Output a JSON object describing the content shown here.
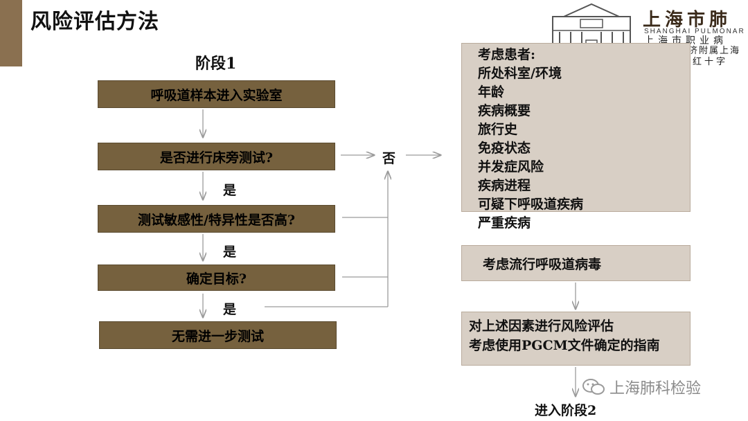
{
  "title": "风险评估方法",
  "stage1_label": "阶段1",
  "left_boxes": {
    "sample": "呼吸道样本进入实验室",
    "bedside": "是否进行床旁测试?",
    "sensitivity": "测试敏感性/特异性是否高?",
    "target": "确定目标?",
    "no_test": "无需进一步测试"
  },
  "yes_labels": [
    "是",
    "是",
    "是"
  ],
  "no_label": "否",
  "consider_patient": {
    "heading": "考虑患者:",
    "items": [
      "所处科室/环境",
      "年龄",
      "疾病概要",
      "旅行史",
      "免疫状态",
      "并发症风险",
      "疾病进程",
      "可疑下呼吸道疾病",
      "严重疾病"
    ]
  },
  "consider_virus": "考虑流行呼吸道病毒",
  "risk_assessment": {
    "line1": "对上述因素进行风险评估",
    "line2": "考虑使用PGCM文件确定的指南"
  },
  "stage2_label": "进入阶段2",
  "logo": {
    "cn_name": "上海市肺",
    "en_name": "SHANGHAI PULMONAR",
    "sub1": "上海市职业病",
    "sub2": "济附属上海",
    "sub3": "红十字"
  },
  "watermark": "上海肺科检验",
  "colors": {
    "dark_box": "#76613e",
    "light_box": "#d8cfc5",
    "accent_bar": "#8a7050",
    "arrow": "#9a9a9a"
  }
}
